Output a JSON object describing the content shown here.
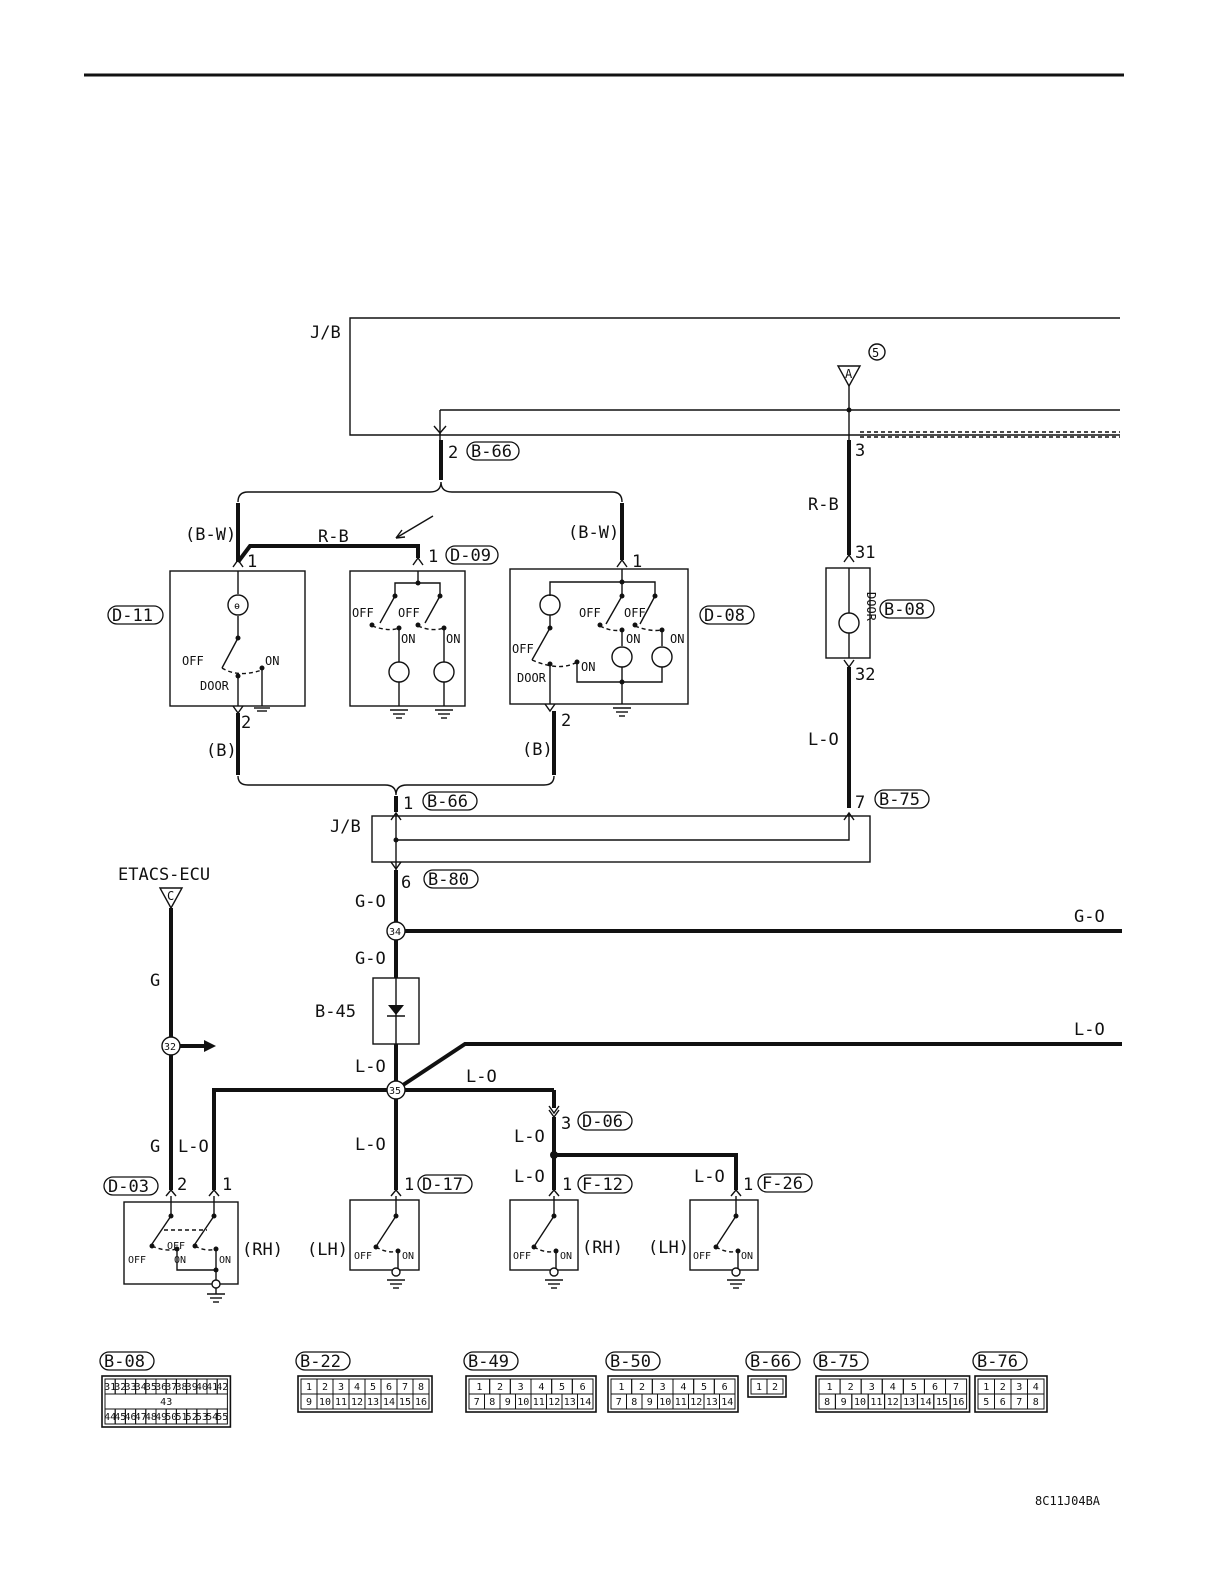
{
  "diagram_code": "8C11J04BA",
  "jb_label": "J/B",
  "etacs_label": "ETACS-ECU",
  "wires": {
    "bw": "(B-W)",
    "b": "(B)",
    "rb": "R-B",
    "lo": "L-O",
    "go": "G-O",
    "g": "G"
  },
  "connectors": {
    "b66": "B-66",
    "b08": "B-08",
    "b75": "B-75",
    "b80": "B-80",
    "d09": "D-09",
    "d11": "D-11",
    "d08": "D-08",
    "d03": "D-03",
    "d17": "D-17",
    "d06": "D-06",
    "f12": "F-12",
    "f26": "F-26",
    "b45": "B-45"
  },
  "switch_text": {
    "off": "OFF",
    "on": "ON",
    "door": "DOOR",
    "rh": "(RH)",
    "lh": "(LH)"
  },
  "refs": {
    "a": "A",
    "c": "C",
    "five": "5",
    "j34": "34",
    "j32": "32",
    "j35": "35"
  },
  "pins": {
    "p1": "1",
    "p2": "2",
    "p3": "3",
    "p6": "6",
    "p7": "7",
    "p31": "31",
    "p32": "32"
  },
  "connector_views": [
    {
      "name": "B-08",
      "rows": [
        [
          "31",
          "32",
          "33",
          "34",
          "35",
          "36",
          "37",
          "38",
          "39",
          "40",
          "41",
          "42"
        ],
        [
          "43"
        ],
        [
          "44",
          "45",
          "46",
          "47",
          "48",
          "49",
          "50",
          "51",
          "52",
          "53",
          "54",
          "55"
        ]
      ]
    },
    {
      "name": "B-22",
      "rows": [
        [
          "1",
          "2",
          "3",
          "4",
          "5",
          "6",
          "7",
          "8"
        ],
        [
          "9",
          "10",
          "11",
          "12",
          "13",
          "14",
          "15",
          "16"
        ]
      ]
    },
    {
      "name": "B-49",
      "rows": [
        [
          "1",
          "2",
          "3",
          "4",
          "5",
          "6"
        ],
        [
          "7",
          "8",
          "9",
          "10",
          "11",
          "12",
          "13",
          "14"
        ]
      ]
    },
    {
      "name": "B-50",
      "rows": [
        [
          "1",
          "2",
          "3",
          "4",
          "5",
          "6"
        ],
        [
          "7",
          "8",
          "9",
          "10",
          "11",
          "12",
          "13",
          "14"
        ]
      ]
    },
    {
      "name": "B-66",
      "rows": [
        [
          "1",
          "2"
        ]
      ]
    },
    {
      "name": "B-75",
      "rows": [
        [
          "1",
          "2",
          "3",
          "4",
          "5",
          "6",
          "7"
        ],
        [
          "8",
          "9",
          "10",
          "11",
          "12",
          "13",
          "14",
          "15",
          "16"
        ]
      ]
    },
    {
      "name": "B-76",
      "rows": [
        [
          "1",
          "2",
          "3",
          "4"
        ],
        [
          "5",
          "6",
          "7",
          "8"
        ]
      ]
    }
  ]
}
